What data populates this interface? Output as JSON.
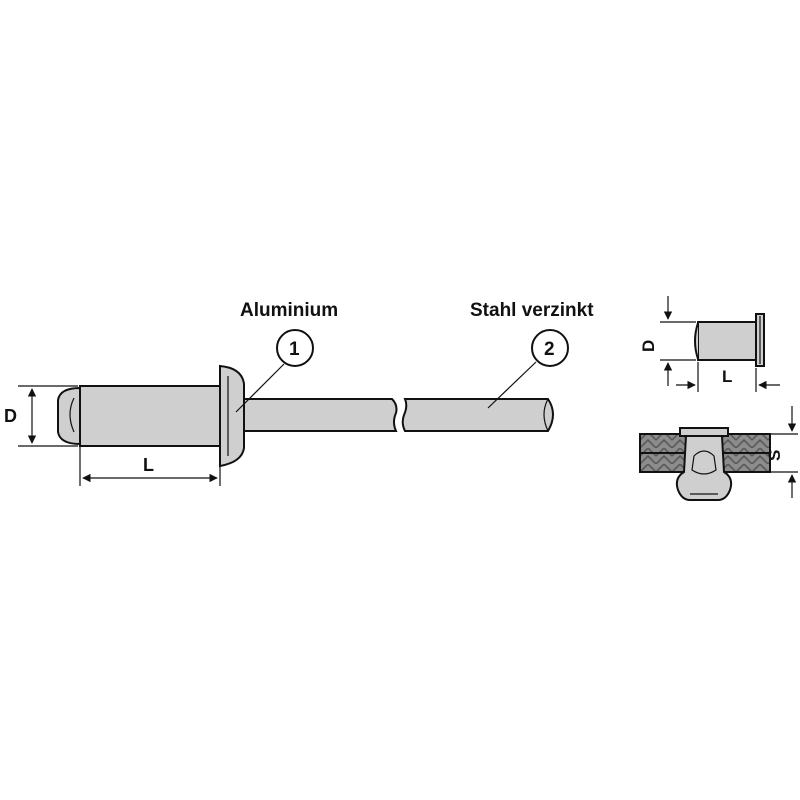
{
  "diagram": {
    "labels": {
      "material_1": "Aluminium",
      "material_2": "Stahl verzinkt"
    },
    "callouts": [
      "1",
      "2"
    ],
    "dimensions": {
      "diameter": "D",
      "length": "L",
      "small_diameter": "D",
      "small_length": "L",
      "grip_thickness": "S"
    },
    "colors": {
      "line": "#111111",
      "fill": "#cfcfcf",
      "plate": "#8c8c8c",
      "background": "#ffffff"
    }
  }
}
